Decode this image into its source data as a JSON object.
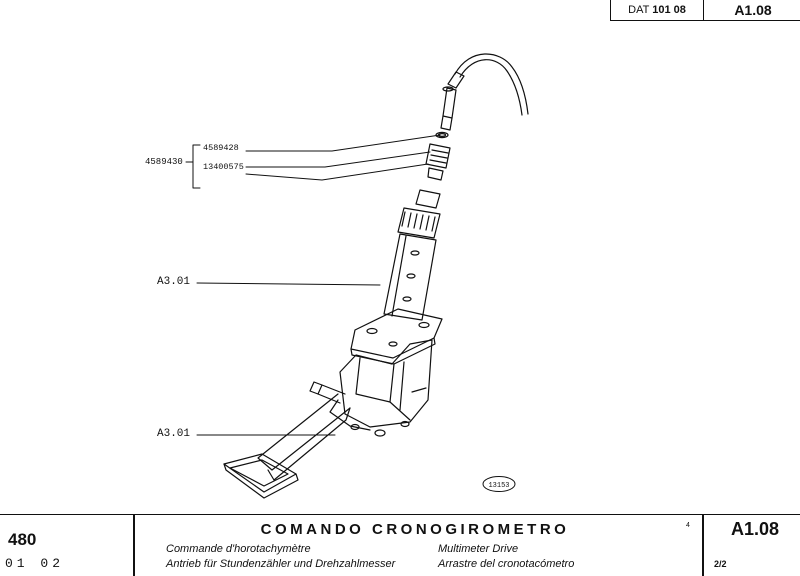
{
  "header": {
    "dat_prefix": "DAT",
    "dat_number": "101 08",
    "table_code": "A1.08"
  },
  "diagram": {
    "group_number": "4589430",
    "parts": [
      {
        "number": "4589428"
      },
      {
        "number": "13400575"
      }
    ],
    "refs": [
      {
        "label": "A3.01"
      },
      {
        "label": "A3.01"
      }
    ],
    "figure_number": "13153"
  },
  "footer": {
    "model": "480",
    "code": "01 02",
    "title": "COMANDO CRONOGIROMETRO",
    "fr": "Commande d'horotachymètre",
    "de": "Antrieb für Stundenzähler und Drehzahlmesser",
    "en": "Multimeter Drive",
    "es": "Arrastre del cronotacómetro",
    "mark": "4",
    "table_code": "A1.08",
    "page": "2/2"
  }
}
